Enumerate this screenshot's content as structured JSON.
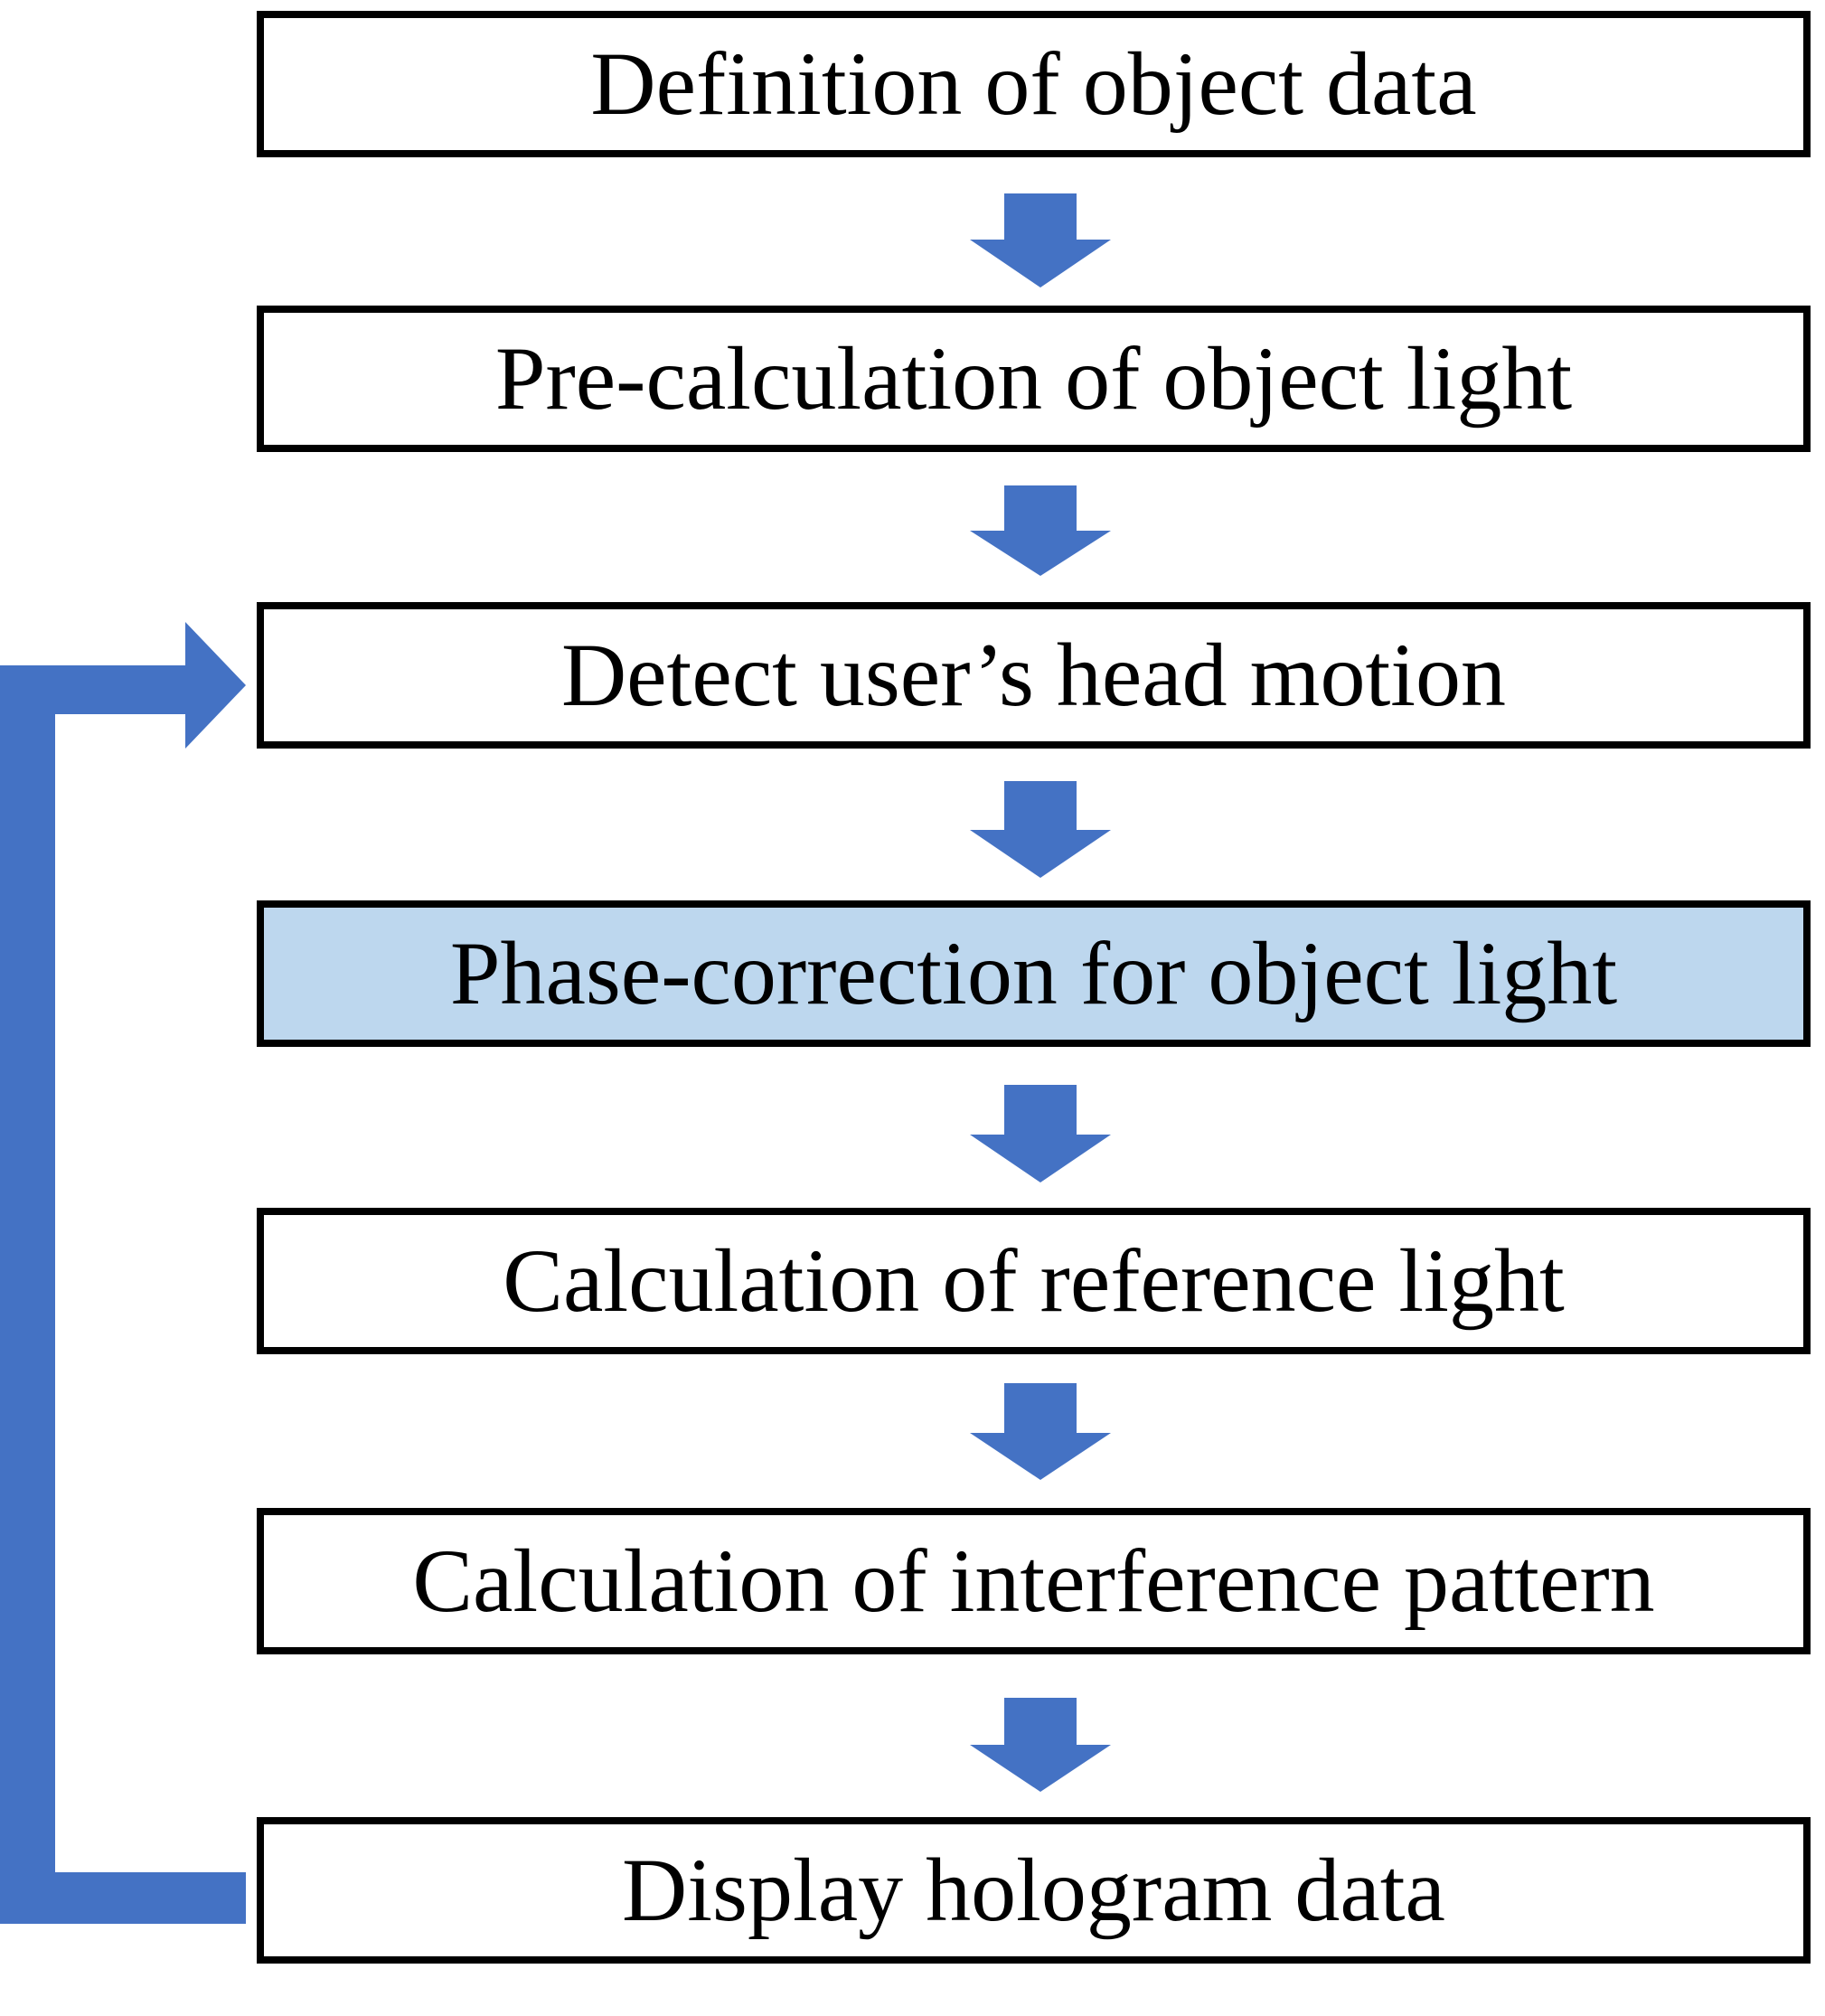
{
  "flowchart": {
    "steps": [
      {
        "label": "Definition of object data",
        "highlighted": false
      },
      {
        "label": "Pre-calculation of object light",
        "highlighted": false
      },
      {
        "label": "Detect user’s head motion",
        "highlighted": false
      },
      {
        "label": "Phase-correction for object light",
        "highlighted": true
      },
      {
        "label": "Calculation of reference light",
        "highlighted": false
      },
      {
        "label": "Calculation of interference pattern",
        "highlighted": false
      },
      {
        "label": "Display hologram data",
        "highlighted": false
      }
    ],
    "loop": {
      "from_step": 7,
      "to_step": 3
    }
  },
  "colors": {
    "arrow": "#4472c4",
    "highlight_fill": "#bdd7ee",
    "box_border": "#000000"
  }
}
